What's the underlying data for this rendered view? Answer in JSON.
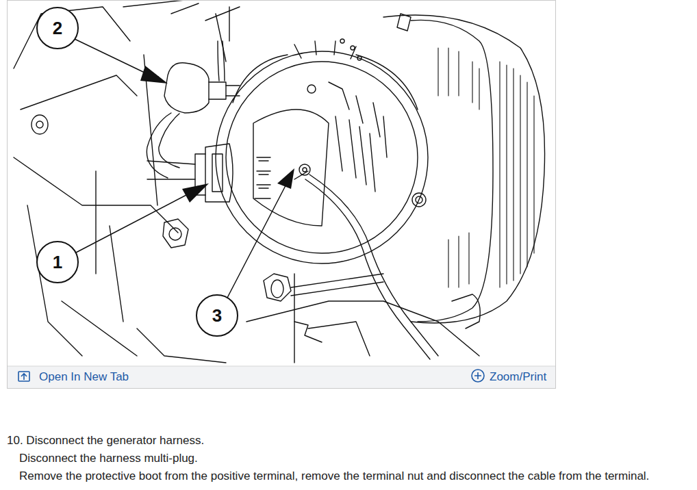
{
  "diagram": {
    "nodes": [
      {
        "text": [
          "2"
        ]
      },
      {
        "text": [
          "1"
        ]
      },
      {
        "text": [
          "3"
        ]
      }
    ],
    "labels": [
      "Open In New Tab",
      "Zoom/Print",
      "10. Disconnect the generator harness.",
      "Disconnect the harness multi-plug.",
      "Remove the protective boot from the positive terminal, remove the terminal nut and disconnect the cable from the terminal."
    ]
  }
}
